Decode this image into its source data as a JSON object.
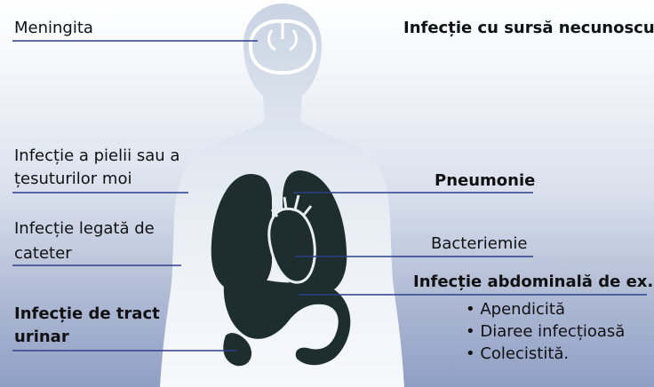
{
  "labels": {
    "meningitis": "Meningita",
    "unknown_source": "Infecție cu sursă necunoscută",
    "skin_line1": "Infecție a pielii sau a",
    "skin_line2": "țesuturilor moi",
    "catheter_line1": "Infecție legată de",
    "catheter_line2": "cateter",
    "pneumonia": "Pneumonie",
    "bacteremia": "Bacteriemie",
    "abdominal": "Infecție abdominală de ex.",
    "urinary_line1": "Infecție de tract",
    "urinary_line2": "urinar"
  },
  "abdominal_examples": [
    "Apendicită",
    "Diaree infecțioasă",
    "Colecistită."
  ],
  "colors": {
    "organ": "#1e2e2e",
    "body": "#f2f5f9",
    "leader_line": "#2c3f8c"
  }
}
